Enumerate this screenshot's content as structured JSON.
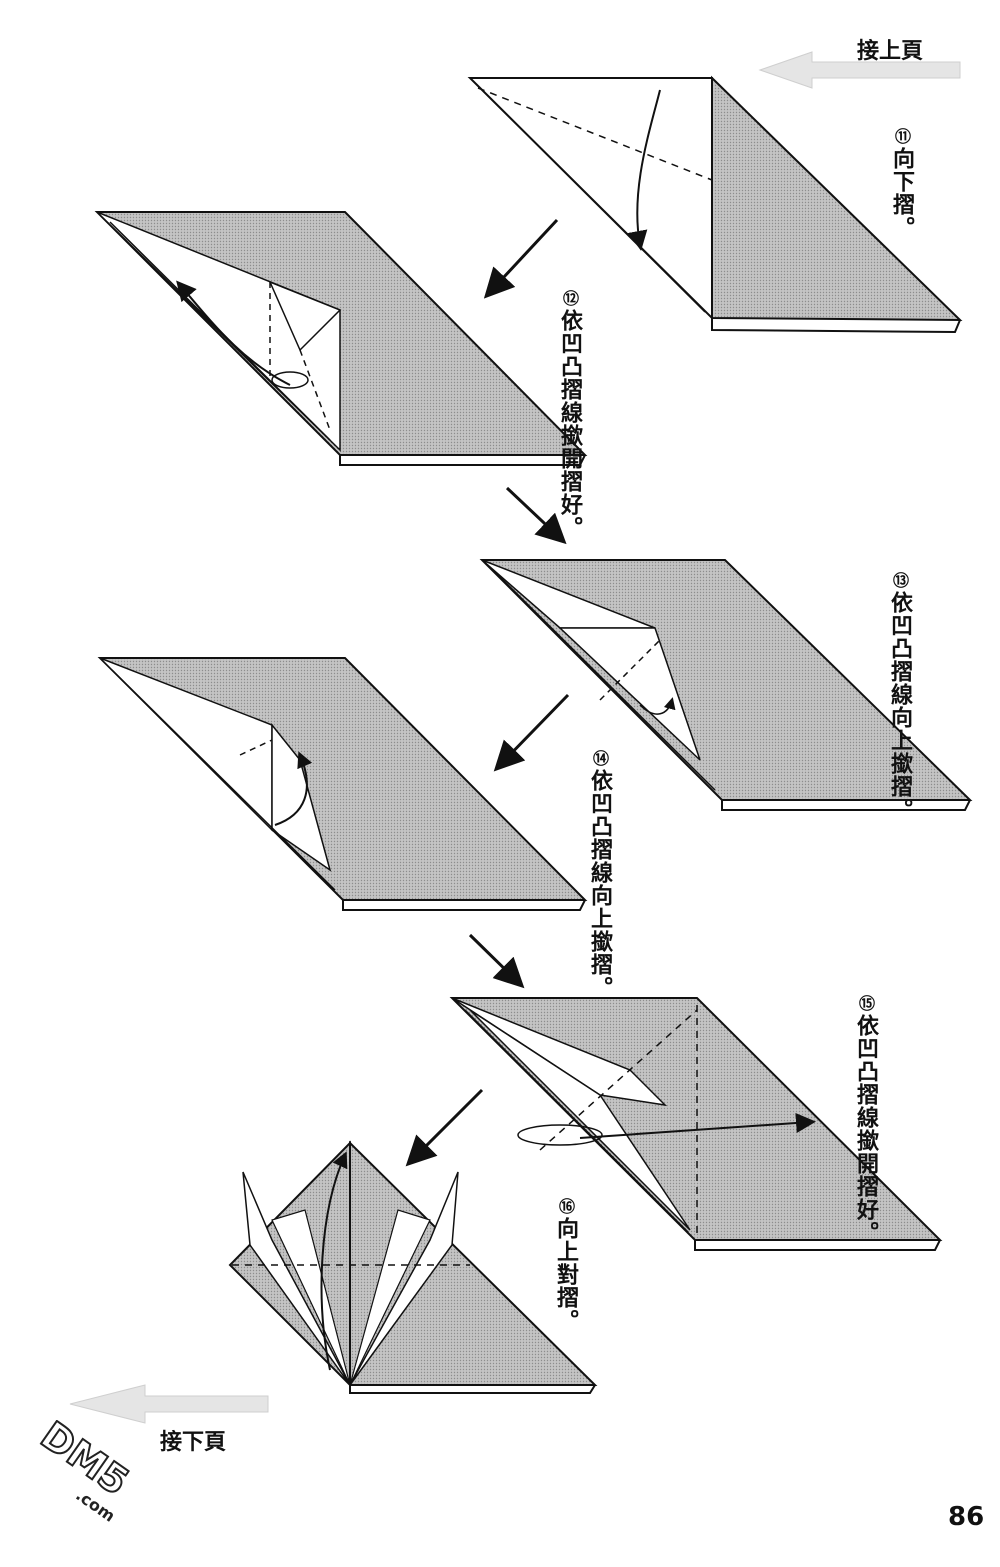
{
  "page": {
    "continue_prev": "接上頁",
    "continue_next": "接下頁",
    "page_number": "86"
  },
  "steps": [
    {
      "number": "⑪",
      "lines": [
        "向下摺。"
      ]
    },
    {
      "number": "⑫",
      "lines": [
        "依凹凸摺線",
        "撳開摺好。"
      ]
    },
    {
      "number": "⑬",
      "lines": [
        "依凹凸摺線",
        "向上撳摺。"
      ]
    },
    {
      "number": "⑭",
      "lines": [
        "依凹凸摺線",
        "向上撳摺。"
      ]
    },
    {
      "number": "⑮",
      "lines": [
        "依凹凸摺線",
        "撳開摺好。"
      ]
    },
    {
      "number": "⑯",
      "lines": [
        "向上對摺。"
      ]
    }
  ],
  "watermark": "DM5.com",
  "colors": {
    "paper_shade": "#b9b9b9",
    "ink": "#111111"
  }
}
